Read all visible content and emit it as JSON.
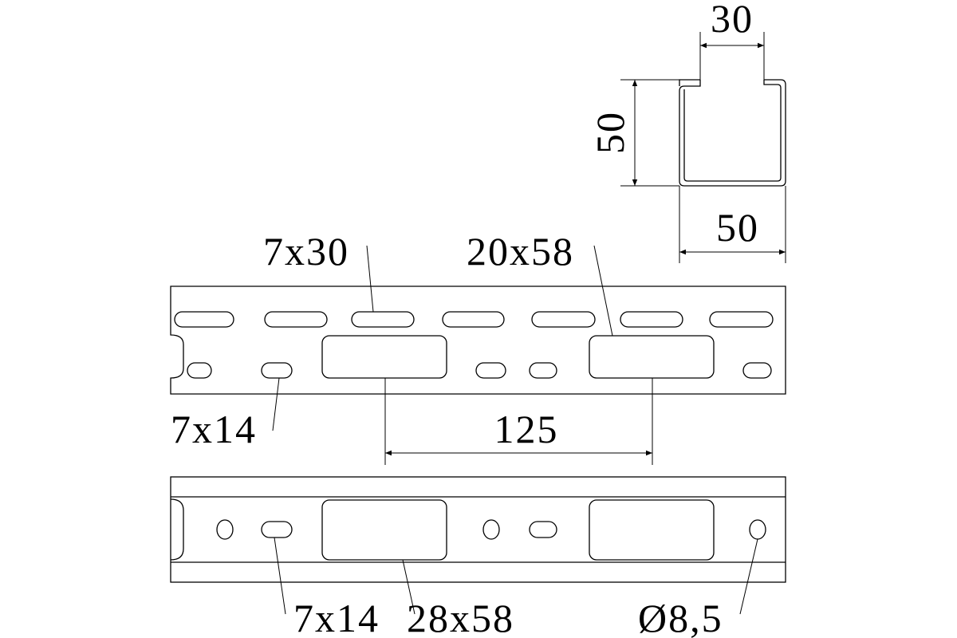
{
  "profile_section": {
    "slot_width": "30",
    "height": "50",
    "width": "50"
  },
  "side_view": {
    "slot_top_label": "7x30",
    "big_window_label": "20x58",
    "small_slot_label": "7x14",
    "pitch_label": "125"
  },
  "base_view": {
    "small_slot_label": "7x14",
    "big_window_label": "28x58",
    "round_hole_label": "Ø8,5"
  },
  "colors": {
    "line": "#000000",
    "background": "#ffffff"
  }
}
